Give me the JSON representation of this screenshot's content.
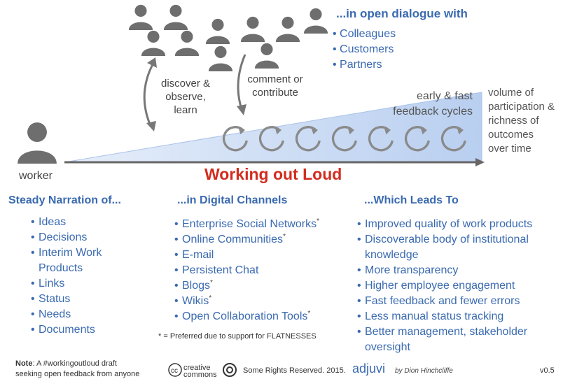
{
  "dialogue": {
    "title": "...in open dialogue with",
    "items": [
      "Colleagues",
      "Customers",
      "Partners"
    ]
  },
  "arrows": {
    "discover": [
      "discover &",
      "observe,",
      "learn"
    ],
    "comment": [
      "comment or",
      "contribute"
    ]
  },
  "feedback_label": [
    "early & fast",
    "feedback cycles"
  ],
  "volume_label": [
    "volume of",
    "participation &",
    "richness of",
    "outcomes",
    "over time"
  ],
  "worker_label": "worker",
  "main_title": "Working out Loud",
  "columns": {
    "narration": {
      "heading": "Steady Narration of...",
      "items": [
        "Ideas",
        "Decisions",
        "Interim Work Products",
        "Links",
        "Status",
        "Needs",
        "Documents"
      ]
    },
    "channels": {
      "heading": "...in Digital Channels",
      "items": [
        {
          "text": "Enterprise Social Networks",
          "mark": "*"
        },
        {
          "text": "Online Communities",
          "mark": "*"
        },
        {
          "text": "E-mail",
          "mark": ""
        },
        {
          "text": "Persistent Chat",
          "mark": ""
        },
        {
          "text": "Blogs",
          "mark": "*"
        },
        {
          "text": "Wikis",
          "mark": "*"
        },
        {
          "text": "Open Collaboration Tools",
          "mark": "*"
        }
      ],
      "footnote": "* = Preferred due to support for FLATNESSES"
    },
    "leads": {
      "heading": "...Which Leads To",
      "items": [
        "Improved quality of work products",
        "Discoverable body of institutional knowledge",
        "More transparency",
        "Higher employee engagement",
        "Fast feedback and fewer errors",
        "Less manual status tracking",
        "Better management, stakeholder oversight"
      ]
    }
  },
  "footer": {
    "note_label": "Note",
    "note_text": ": A #workingoutloud draft",
    "note_text2": "seeking open feedback from anyone",
    "cc_label": "creative commons",
    "rights": "Some Rights Reserved. 2015.",
    "brand": "adjuvi",
    "byline": "by Dion Hinchcliffe",
    "version": "v0.5"
  },
  "colors": {
    "accent": "#3a6ab0",
    "title": "#d22c1f",
    "wedge": "#c5d8f3"
  }
}
